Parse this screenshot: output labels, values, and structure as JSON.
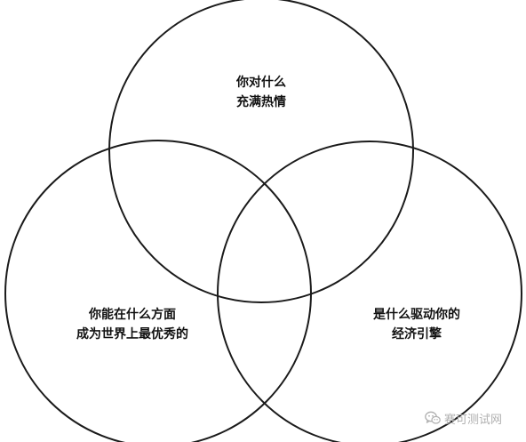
{
  "diagram": {
    "type": "venn",
    "stroke_color": "#1a1a1a",
    "circles": [
      {
        "id": "top",
        "label_lines": [
          "你对什么",
          "充满热情"
        ]
      },
      {
        "id": "left",
        "label_lines": [
          "你能在什么方面",
          "成为世界上最优秀的"
        ]
      },
      {
        "id": "right",
        "label_lines": [
          "是什么驱动你的",
          "经济引擎"
        ]
      }
    ]
  },
  "watermark": {
    "icon": "wechat-icon",
    "text": "赛可测试网"
  }
}
